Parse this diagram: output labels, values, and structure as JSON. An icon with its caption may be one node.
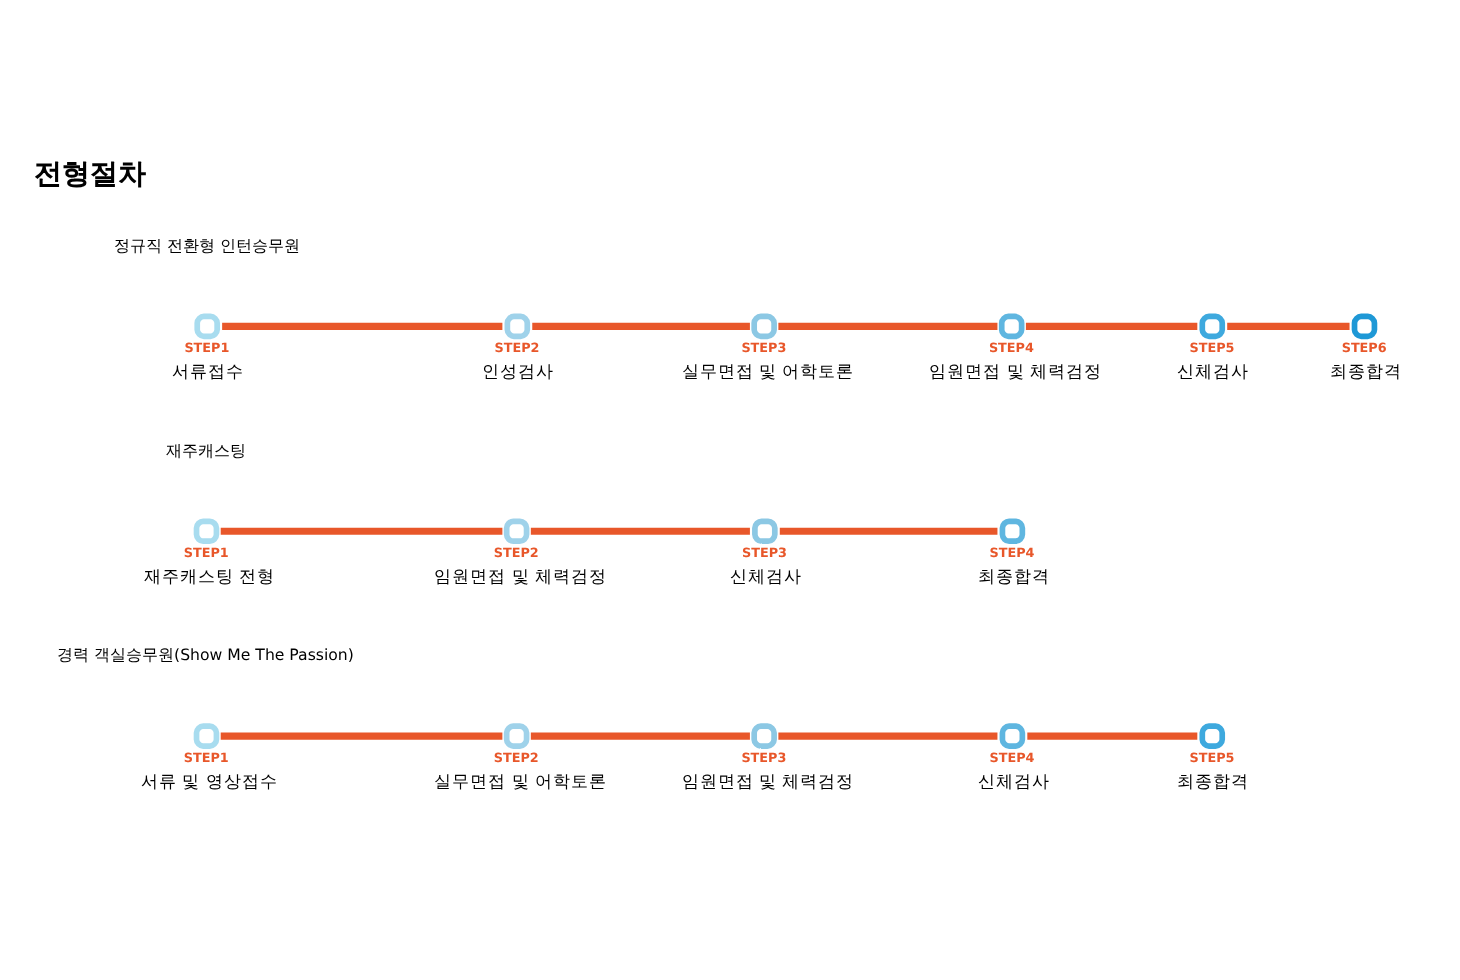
{
  "diagram": {
    "title": "전형절차",
    "nodes": [
      {
        "text": [
          "STEP1",
          "서류접수"
        ]
      },
      {
        "text": [
          "STEP2",
          "인성검사"
        ]
      },
      {
        "text": [
          "STEP3",
          "실무면접 및 어학토론"
        ]
      },
      {
        "text": [
          "STEP4",
          "임원면접 및 체력검정"
        ]
      },
      {
        "text": [
          "STEP5",
          "신체검사"
        ]
      },
      {
        "text": [
          "STEP6",
          "최종합격"
        ]
      },
      {
        "text": [
          "STEP1",
          "재주캐스팅 전형"
        ]
      },
      {
        "text": [
          "STEP2",
          "임원면접 및 체력검정"
        ]
      },
      {
        "text": [
          "STEP3",
          "신체검사"
        ]
      },
      {
        "text": [
          "STEP4",
          "최종합격"
        ]
      },
      {
        "text": [
          "STEP1",
          "서류 및 영상접수"
        ]
      },
      {
        "text": [
          "STEP2",
          "실무면접 및 어학토론"
        ]
      },
      {
        "text": [
          "STEP3",
          "임원면접 및 체력검정"
        ]
      },
      {
        "text": [
          "STEP4",
          "신체검사"
        ]
      },
      {
        "text": [
          "STEP5",
          "최종합격"
        ]
      }
    ],
    "edges": [
      {
        "from": 0,
        "to": 1,
        "arrow": "none"
      },
      {
        "from": 1,
        "to": 2,
        "arrow": "none"
      },
      {
        "from": 2,
        "to": 3,
        "arrow": "none"
      },
      {
        "from": 3,
        "to": 4,
        "arrow": "none"
      },
      {
        "from": 4,
        "to": 5,
        "arrow": "none"
      },
      {
        "from": 6,
        "to": 7,
        "arrow": "none"
      },
      {
        "from": 7,
        "to": 8,
        "arrow": "none"
      },
      {
        "from": 8,
        "to": 9,
        "arrow": "none"
      },
      {
        "from": 10,
        "to": 11,
        "arrow": "none"
      },
      {
        "from": 11,
        "to": 12,
        "arrow": "none"
      },
      {
        "from": 12,
        "to": 13,
        "arrow": "none"
      },
      {
        "from": 13,
        "to": 14,
        "arrow": "none"
      }
    ],
    "labels": [
      "정규직 전환형 인턴승무원",
      "재주캐스팅",
      "경력 객실승무원(Show Me The Passion)"
    ]
  }
}
